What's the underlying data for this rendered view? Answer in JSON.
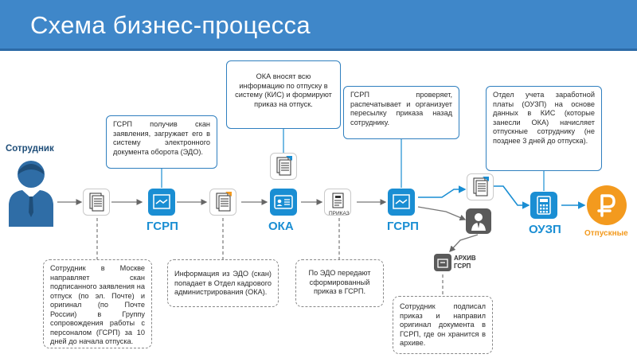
{
  "header": {
    "title": "Схема бизнес-процесса"
  },
  "nodes": {
    "employee": "Сотрудник",
    "gsrp_1": "ГСРП",
    "oka": "ОКА",
    "gsrp_2": "ГСРП",
    "ouzp": "ОУЗП",
    "vacation_pay": "Отпускные",
    "order_doc": "ПРИКАЗ",
    "archive": "АРХИВ ГСРП"
  },
  "boxes": {
    "gsrp_receives": "ГСРП получив скан заявления, загружает его в систему электронного документа оборота (ЭДО).",
    "oka_enters": "ОКА вносят всю информацию по отпуску в систему (КИС) и формируют приказ на отпуск.",
    "gsrp_checks": "ГСРП проверяет, распечатывает и организует пересылку приказа назад сотруднику.",
    "ouzp_calculates": "Отдел учета заработной платы (ОУЗП) на основе данных в КИС (которые занесли ОКА) начисляет отпускные сотруднику (не позднее 3 дней до отпуска).",
    "employee_sends": "Сотрудник в Москве направляет скан подписанного заявления на отпуск (по эл. Почте) и оригинал (по Почте России) в Группу сопровождения работы с персоналом (ГСРП) за 10 дней до начала отпуска.",
    "edo_info": "Информация из ЭДО (скан) попадает в Отдел кадрового администрирования (ОКА).",
    "edo_order": "По ЭДО передают сформированный приказ в ГСРП.",
    "employee_signed": "Сотрудник подписал приказ и направил оригинал документа в ГСРП, где он хранится в архиве."
  },
  "colors": {
    "header": "#3f87c9",
    "accent_blue": "#1a8ed3",
    "orange": "#f39a1e",
    "gray_icon": "#5a5a5a"
  },
  "icons": [
    "person-icon",
    "documents-icon",
    "handshake-icon",
    "id-card-icon",
    "order-icon",
    "employee-icon",
    "archive-icon",
    "calculator-icon",
    "ruble-icon"
  ]
}
